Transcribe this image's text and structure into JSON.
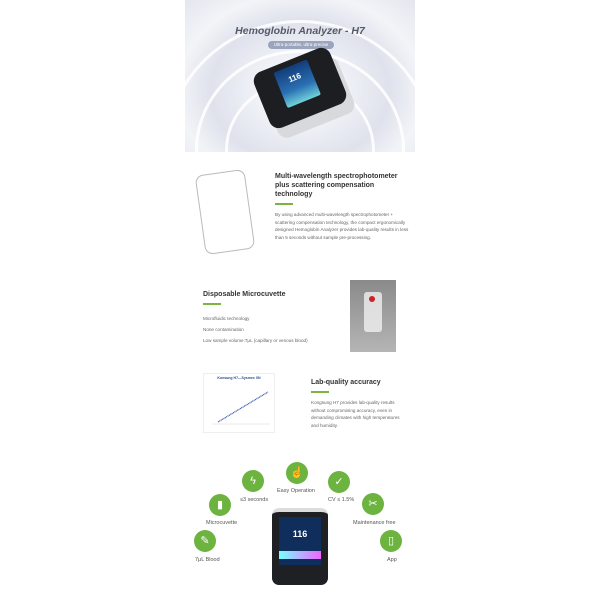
{
  "hero": {
    "title": "Hemoglobin Analyzer - H7",
    "subtitle": "Ultra-portable, ultra-precise",
    "screen_value": "116"
  },
  "feature1": {
    "title": "Multi-wavelength spectrophotometer plus scattering compensation technology",
    "body": "By using advanced multi-wavelength spectrophotometer + scattering compensation technology, the compact ergonomically designed Hemoglobin Analyzer provides lab-quality results in less than 5 seconds without sample pre-processing."
  },
  "feature2": {
    "title": "Disposable Microcuvette",
    "items": [
      "Microfluidic technology",
      "None contamination",
      "Low sample volume:7μL (capillary or venous blood)"
    ]
  },
  "feature3": {
    "title": "Lab-quality accuracy",
    "body": "Kongsung H7 provides lab-quality results without compromising accuracy, even in demanding climates with high temperatures and humidity.",
    "chart_title": "Konsung H7—Sysmex XN"
  },
  "features": [
    {
      "label": "7μL Blood",
      "icon": "drop-icon"
    },
    {
      "label": "Microcuvette",
      "icon": "cuvette-icon"
    },
    {
      "label": "≤3 seconds",
      "icon": "lightning-icon"
    },
    {
      "label": "Easy Operation",
      "icon": "hand-icon"
    },
    {
      "label": "CV ≤ 1.5%",
      "icon": "check-icon"
    },
    {
      "label": "Maintenance free",
      "icon": "wrench-icon"
    },
    {
      "label": "App",
      "icon": "phone-icon"
    }
  ],
  "device_value": "116",
  "accent": "#6cb33f"
}
